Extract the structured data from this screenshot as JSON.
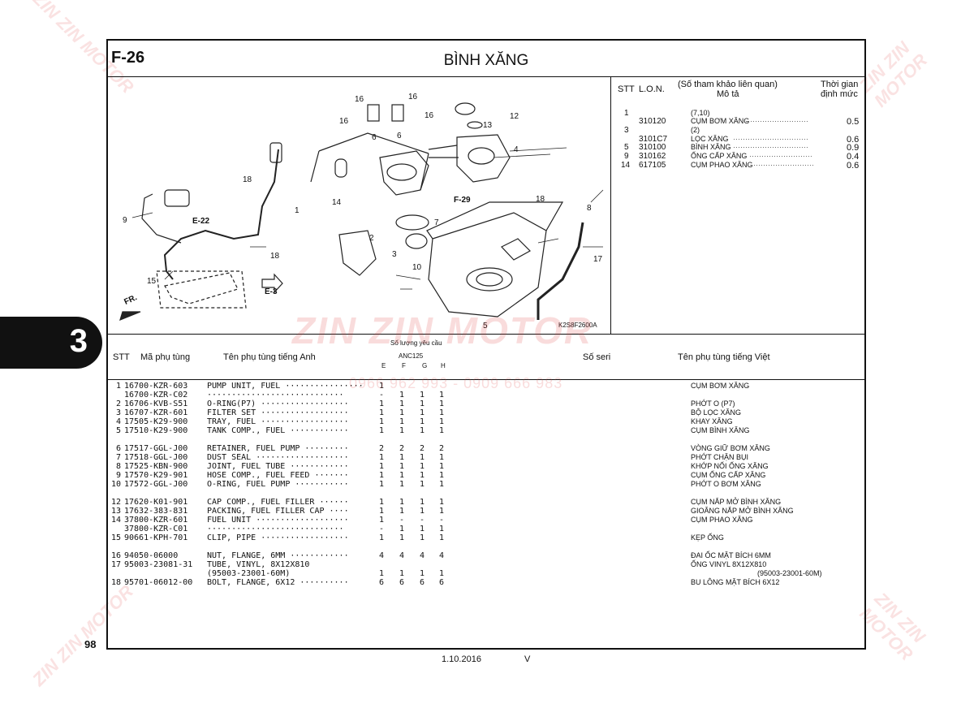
{
  "page": {
    "code": "F-26",
    "title": "BÌNH XĂNG",
    "page_number": "98",
    "tab_number": "3",
    "date": "1.10.2016",
    "version": "V"
  },
  "watermark": {
    "text": "ZIN ZIN MOTOR",
    "phone": "0966 962 993 - 0909 666 983"
  },
  "diagram": {
    "ref_code": "K2S8F2600A",
    "labels": [
      "1",
      "2",
      "3",
      "4",
      "5",
      "6",
      "6",
      "7",
      "8",
      "9",
      "10",
      "12",
      "13",
      "14",
      "15",
      "16",
      "16",
      "16",
      "16",
      "17",
      "18",
      "18",
      "18"
    ],
    "references": [
      "E-22",
      "E-3",
      "F-29"
    ],
    "direction": "FR."
  },
  "side_table": {
    "header": {
      "stt": "STT",
      "lon": "L.O.N.",
      "desc_line1": "(Số tham khảo liên quan)",
      "desc_line2": "Mô tả",
      "time_line1": "Thời gian",
      "time_line2": "định mức"
    },
    "rows": [
      {
        "stt": "1",
        "lon": "",
        "desc": "(7,10)",
        "time": ""
      },
      {
        "stt": "",
        "lon": "310120",
        "desc": "CỤM BƠM XĂNG",
        "time": "0.5"
      },
      {
        "stt": "3",
        "lon": "",
        "desc": "(2)",
        "time": ""
      },
      {
        "stt": "",
        "lon": "3101C7",
        "desc": "LỌC XĂNG",
        "time": "0.6"
      },
      {
        "stt": "5",
        "lon": "310100",
        "desc": "BÌNH XĂNG",
        "time": "0.9"
      },
      {
        "stt": "9",
        "lon": "310162",
        "desc": "ỐNG CẤP XĂNG",
        "time": "0.4"
      },
      {
        "stt": "14",
        "lon": "617105",
        "desc": "CỤM PHAO XĂNG",
        "time": "0.6"
      }
    ]
  },
  "parts_header": {
    "stt": "STT",
    "part_no": "Mã phụ tùng",
    "name_en": "Tên phụ tùng tiếng Anh",
    "qty_label": "Số lượng yêu cầu",
    "model": "ANC125",
    "cols": [
      "E",
      "F",
      "G",
      "H"
    ],
    "serial": "Số seri",
    "name_vi": "Tên phụ tùng tiếng Việt"
  },
  "parts": [
    {
      "stt": "1",
      "part": "16700-KZR-603",
      "en": "PUMP UNIT, FUEL ················",
      "q": [
        "1",
        "",
        "",
        ""
      ],
      "vi": "CỤM BƠM XĂNG"
    },
    {
      "stt": "",
      "part": "16700-KZR-C02",
      "en": "  ····························",
      "q": [
        "-",
        "1",
        "1",
        "1"
      ],
      "vi": ""
    },
    {
      "stt": "2",
      "part": "16706-KVB-S51",
      "en": "O-RING(P7) ··················",
      "q": [
        "1",
        "1",
        "1",
        "1"
      ],
      "vi": "PHỚT O (P7)"
    },
    {
      "stt": "3",
      "part": "16707-KZR-601",
      "en": "FILTER SET ··················",
      "q": [
        "1",
        "1",
        "1",
        "1"
      ],
      "vi": "BỘ LỌC XĂNG"
    },
    {
      "stt": "4",
      "part": "17505-K29-900",
      "en": "TRAY, FUEL ··················",
      "q": [
        "1",
        "1",
        "1",
        "1"
      ],
      "vi": "KHAY XĂNG"
    },
    {
      "stt": "5",
      "part": "17510-K29-900",
      "en": "TANK COMP., FUEL ············",
      "q": [
        "1",
        "1",
        "1",
        "1"
      ],
      "vi": "CỤM BÌNH XĂNG"
    },
    {
      "stt": "6",
      "part": "17517-GGL-J00",
      "en": "RETAINER, FUEL PUMP ·········",
      "q": [
        "2",
        "2",
        "2",
        "2"
      ],
      "vi": "VÒNG GIỮ BƠM XĂNG"
    },
    {
      "stt": "7",
      "part": "17518-GGL-J00",
      "en": "DUST SEAL ···················",
      "q": [
        "1",
        "1",
        "1",
        "1"
      ],
      "vi": "PHỚT CHẶN BỤI"
    },
    {
      "stt": "8",
      "part": "17525-KBN-900",
      "en": "JOINT, FUEL TUBE ············",
      "q": [
        "1",
        "1",
        "1",
        "1"
      ],
      "vi": "KHỚP NỐI ỐNG XĂNG"
    },
    {
      "stt": "9",
      "part": "17570-K29-901",
      "en": "HOSE COMP., FUEL FEED ·······",
      "q": [
        "1",
        "1",
        "1",
        "1"
      ],
      "vi": "CỤM ỐNG CẤP XĂNG"
    },
    {
      "stt": "10",
      "part": "17572-GGL-J00",
      "en": "O-RING, FUEL PUMP ···········",
      "q": [
        "1",
        "1",
        "1",
        "1"
      ],
      "vi": "PHỚT O BƠM XĂNG"
    },
    {
      "stt": "12",
      "part": "17620-K01-901",
      "en": "CAP COMP., FUEL FILLER ······",
      "q": [
        "1",
        "1",
        "1",
        "1"
      ],
      "vi": "CỤM NẮP MỞ BÌNH XĂNG"
    },
    {
      "stt": "13",
      "part": "17632-383-831",
      "en": "PACKING, FUEL FILLER CAP ····",
      "q": [
        "1",
        "1",
        "1",
        "1"
      ],
      "vi": "GIOĂNG NẮP MỞ BÌNH XĂNG"
    },
    {
      "stt": "14",
      "part": "37800-KZR-601",
      "en": "FUEL UNIT ···················",
      "q": [
        "1",
        "-",
        "-",
        "-"
      ],
      "vi": "CỤM PHAO XĂNG"
    },
    {
      "stt": "",
      "part": "37800-KZR-C01",
      "en": "  ····························",
      "q": [
        "-",
        "1",
        "1",
        "1"
      ],
      "vi": ""
    },
    {
      "stt": "15",
      "part": "90661-KPH-701",
      "en": "CLIP, PIPE ··················",
      "q": [
        "1",
        "1",
        "1",
        "1"
      ],
      "vi": "KẸP ỐNG"
    },
    {
      "stt": "16",
      "part": "94050-06000",
      "en": "NUT, FLANGE, 6MM ············",
      "q": [
        "4",
        "4",
        "4",
        "4"
      ],
      "vi": "ĐAI ỐC MẶT BÍCH 6MM"
    },
    {
      "stt": "17",
      "part": "95003-23081-31",
      "en": "TUBE, VINYL, 8X12X810",
      "q": [
        "",
        "",
        "",
        ""
      ],
      "vi": "ỐNG VINYL 8X12X810"
    },
    {
      "stt": "",
      "part": "",
      "en": "            (95003-23001-60M)",
      "q": [
        "1",
        "1",
        "1",
        "1"
      ],
      "vi": "(95003-23001-60M)"
    },
    {
      "stt": "18",
      "part": "95701-06012-00",
      "en": "BOLT, FLANGE, 6X12 ··········",
      "q": [
        "6",
        "6",
        "6",
        "6"
      ],
      "vi": "BU LÔNG MẶT BÍCH 6X12"
    }
  ]
}
